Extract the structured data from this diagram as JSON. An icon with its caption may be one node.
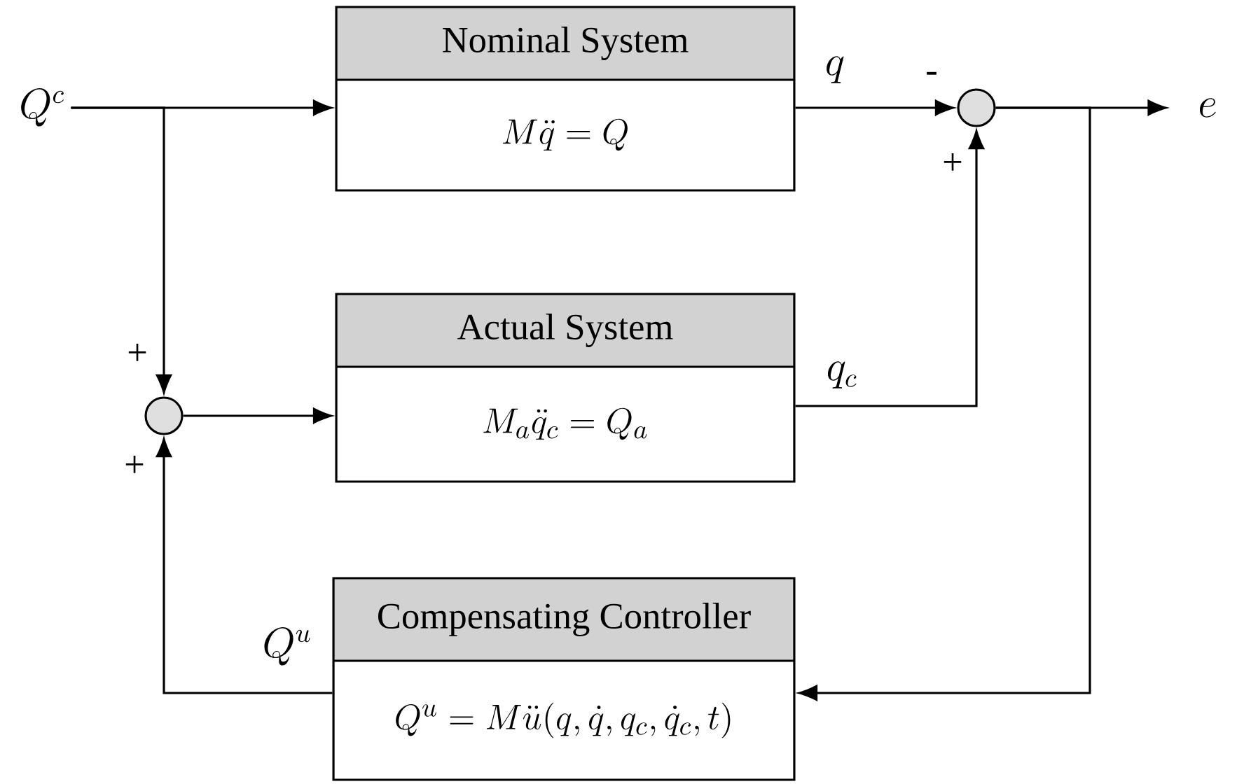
{
  "diagram": {
    "nodes": [
      {
        "text": [
          "Q^c"
        ]
      },
      {
        "text": [
          "Nominal System",
          "M\\ddot{q} = Q"
        ]
      },
      {
        "text": [
          "Actual System",
          "M_a\\ddot{q}_c = Q_a"
        ]
      },
      {
        "text": [
          "Compensating Controller",
          "Q^u = M\\ddot{u}(q, \\dot{q}, q_c, \\dot{q}_c, t)"
        ]
      },
      {
        "text": [],
        "shape": "circle"
      },
      {
        "text": [],
        "shape": "circle"
      },
      {
        "text": [
          "e"
        ]
      }
    ],
    "edges": [
      {
        "from": 0,
        "to": 1,
        "arrow": "to"
      },
      {
        "from": 0,
        "to": 5,
        "arrow": "to"
      },
      {
        "from": 1,
        "to": 4,
        "arrow": "to",
        "label": "q"
      },
      {
        "from": 2,
        "to": 4,
        "arrow": "to",
        "label": "q_c"
      },
      {
        "from": 4,
        "to": 6,
        "arrow": "to"
      },
      {
        "from": 4,
        "to": 3,
        "arrow": "to"
      },
      {
        "from": 3,
        "to": 5,
        "arrow": "to",
        "label": "Q^u"
      },
      {
        "from": 5,
        "to": 2,
        "arrow": "to"
      }
    ],
    "labels": [
      "-",
      "+",
      "+",
      "+"
    ]
  }
}
